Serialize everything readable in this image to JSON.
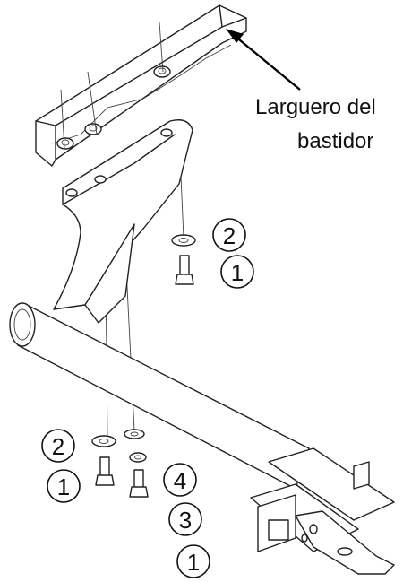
{
  "callout": {
    "line1": "Larguero del",
    "line2": "bastidor"
  },
  "part_numbers": {
    "right_washer": "2",
    "right_bolt": "1",
    "left_washer": "2",
    "left_bolt": "1",
    "lock_washer": "4",
    "flat_washer": "3",
    "bottom_bolt": "1"
  }
}
